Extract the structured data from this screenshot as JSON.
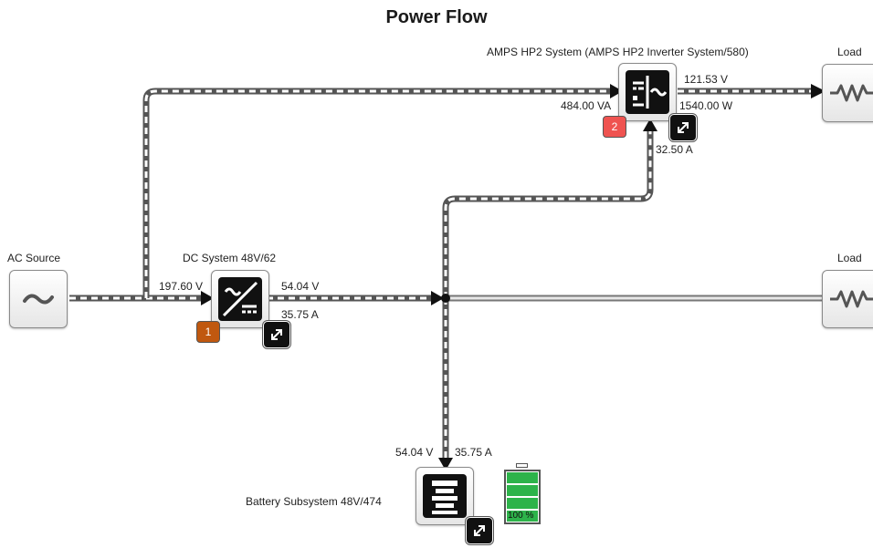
{
  "title": "Power Flow",
  "nodes": {
    "ac_source": {
      "label": "AC Source"
    },
    "dc_system": {
      "label": "DC System 48V/62",
      "badge": "1",
      "badge_color": "#c0580f",
      "input_voltage": "197.60 V",
      "output_voltage": "54.04 V",
      "output_current": "35.75 A"
    },
    "amps": {
      "label": "AMPS HP2 System (AMPS HP2 Inverter System/580)",
      "badge": "2",
      "badge_color": "#ef5350",
      "input_va": "484.00 VA",
      "output_voltage": "121.53 V",
      "output_power": "1540.00 W",
      "dc_current": "32.50 A"
    },
    "load_top": {
      "label": "Load"
    },
    "load_mid": {
      "label": "Load"
    },
    "battery": {
      "label": "Battery Subsystem 48V/474",
      "voltage": "54.04 V",
      "current": "35.75 A",
      "charge": "100 %",
      "charge_fraction": 1.0,
      "charge_color": "#2db34a"
    }
  }
}
